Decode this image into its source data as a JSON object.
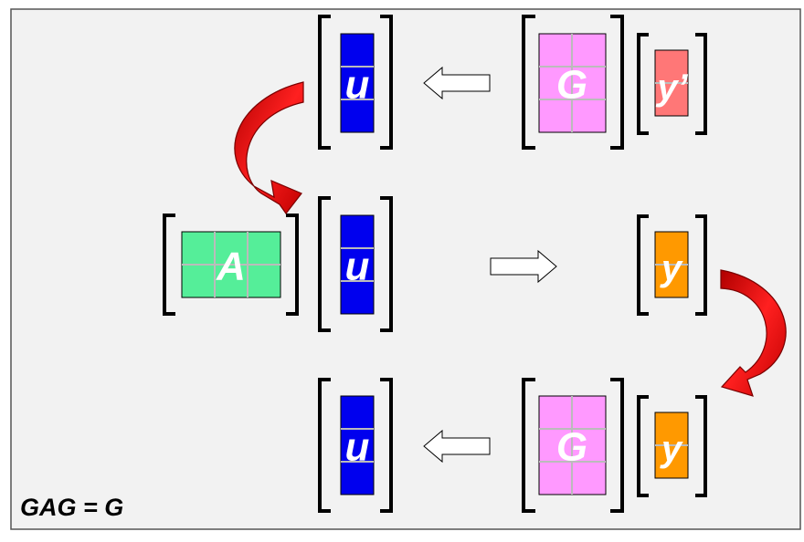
{
  "caption": "GAG = G",
  "labels": {
    "u": "u",
    "G": "G",
    "A": "A",
    "y": "y",
    "y_prime": "y’"
  },
  "colors": {
    "frame_bg": "#f2f2f2",
    "frame_border": "#555555",
    "u_fill": "#0000ee",
    "G_fill": "#ff99ff",
    "A_fill": "#55ee99",
    "y_fill": "#ff9900",
    "y_prime_fill": "#ff7777",
    "arrow_red": "#dd1111",
    "grid_line": "#bbbbbb"
  }
}
